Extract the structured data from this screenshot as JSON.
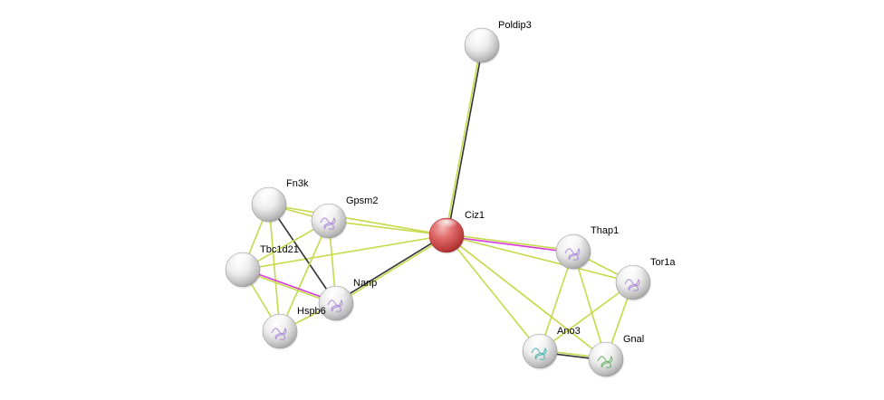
{
  "network": {
    "nodes": [
      {
        "id": "ciz1",
        "label": "Ciz1",
        "query": true,
        "structure": false
      },
      {
        "id": "poldip3",
        "label": "Poldip3",
        "query": false,
        "structure": false
      },
      {
        "id": "fn3k",
        "label": "Fn3k",
        "query": false,
        "structure": false
      },
      {
        "id": "gpsm2",
        "label": "Gpsm2",
        "query": false,
        "structure": true
      },
      {
        "id": "tbc1d21",
        "label": "Tbc1d21",
        "query": false,
        "structure": false
      },
      {
        "id": "nanp",
        "label": "Nanp",
        "query": false,
        "structure": true
      },
      {
        "id": "hspb6",
        "label": "Hspb6",
        "query": false,
        "structure": true
      },
      {
        "id": "thap1",
        "label": "Thap1",
        "query": false,
        "structure": true
      },
      {
        "id": "tor1a",
        "label": "Tor1a",
        "query": false,
        "structure": true
      },
      {
        "id": "ano3",
        "label": "Ano3",
        "query": false,
        "structure": true
      },
      {
        "id": "gnal",
        "label": "Gnal",
        "query": false,
        "structure": true
      }
    ],
    "edges": [
      {
        "from": "ciz1",
        "to": "poldip3",
        "evidence": [
          "textmining",
          "coexpression"
        ]
      },
      {
        "from": "ciz1",
        "to": "fn3k",
        "evidence": [
          "textmining"
        ]
      },
      {
        "from": "ciz1",
        "to": "gpsm2",
        "evidence": [
          "textmining"
        ]
      },
      {
        "from": "ciz1",
        "to": "tbc1d21",
        "evidence": [
          "textmining"
        ]
      },
      {
        "from": "ciz1",
        "to": "nanp",
        "evidence": [
          "textmining",
          "coexpression"
        ]
      },
      {
        "from": "ciz1",
        "to": "thap1",
        "evidence": [
          "textmining",
          "experiments"
        ]
      },
      {
        "from": "ciz1",
        "to": "tor1a",
        "evidence": [
          "textmining"
        ]
      },
      {
        "from": "ciz1",
        "to": "ano3",
        "evidence": [
          "textmining"
        ]
      },
      {
        "from": "ciz1",
        "to": "gnal",
        "evidence": [
          "textmining"
        ]
      },
      {
        "from": "fn3k",
        "to": "gpsm2",
        "evidence": [
          "textmining"
        ]
      },
      {
        "from": "fn3k",
        "to": "tbc1d21",
        "evidence": [
          "textmining"
        ]
      },
      {
        "from": "fn3k",
        "to": "nanp",
        "evidence": [
          "coexpression"
        ]
      },
      {
        "from": "fn3k",
        "to": "hspb6",
        "evidence": [
          "textmining"
        ]
      },
      {
        "from": "gpsm2",
        "to": "tbc1d21",
        "evidence": [
          "textmining"
        ]
      },
      {
        "from": "gpsm2",
        "to": "nanp",
        "evidence": [
          "textmining"
        ]
      },
      {
        "from": "gpsm2",
        "to": "hspb6",
        "evidence": [
          "textmining"
        ]
      },
      {
        "from": "tbc1d21",
        "to": "nanp",
        "evidence": [
          "experiments",
          "textmining"
        ]
      },
      {
        "from": "tbc1d21",
        "to": "hspb6",
        "evidence": [
          "textmining"
        ]
      },
      {
        "from": "nanp",
        "to": "hspb6",
        "evidence": [
          "textmining"
        ]
      },
      {
        "from": "thap1",
        "to": "tor1a",
        "evidence": [
          "textmining"
        ]
      },
      {
        "from": "thap1",
        "to": "ano3",
        "evidence": [
          "textmining"
        ]
      },
      {
        "from": "thap1",
        "to": "gnal",
        "evidence": [
          "textmining"
        ]
      },
      {
        "from": "tor1a",
        "to": "ano3",
        "evidence": [
          "textmining"
        ]
      },
      {
        "from": "tor1a",
        "to": "gnal",
        "evidence": [
          "textmining"
        ]
      },
      {
        "from": "ano3",
        "to": "gnal",
        "evidence": [
          "textmining",
          "coexpression"
        ]
      }
    ],
    "evidence_colors": {
      "textmining": "#c6d94a",
      "coexpression": "#333333",
      "experiments": "#d63ad6"
    },
    "node_colors": {
      "query": "#d94f4f",
      "default": "#d8d8d8"
    }
  }
}
